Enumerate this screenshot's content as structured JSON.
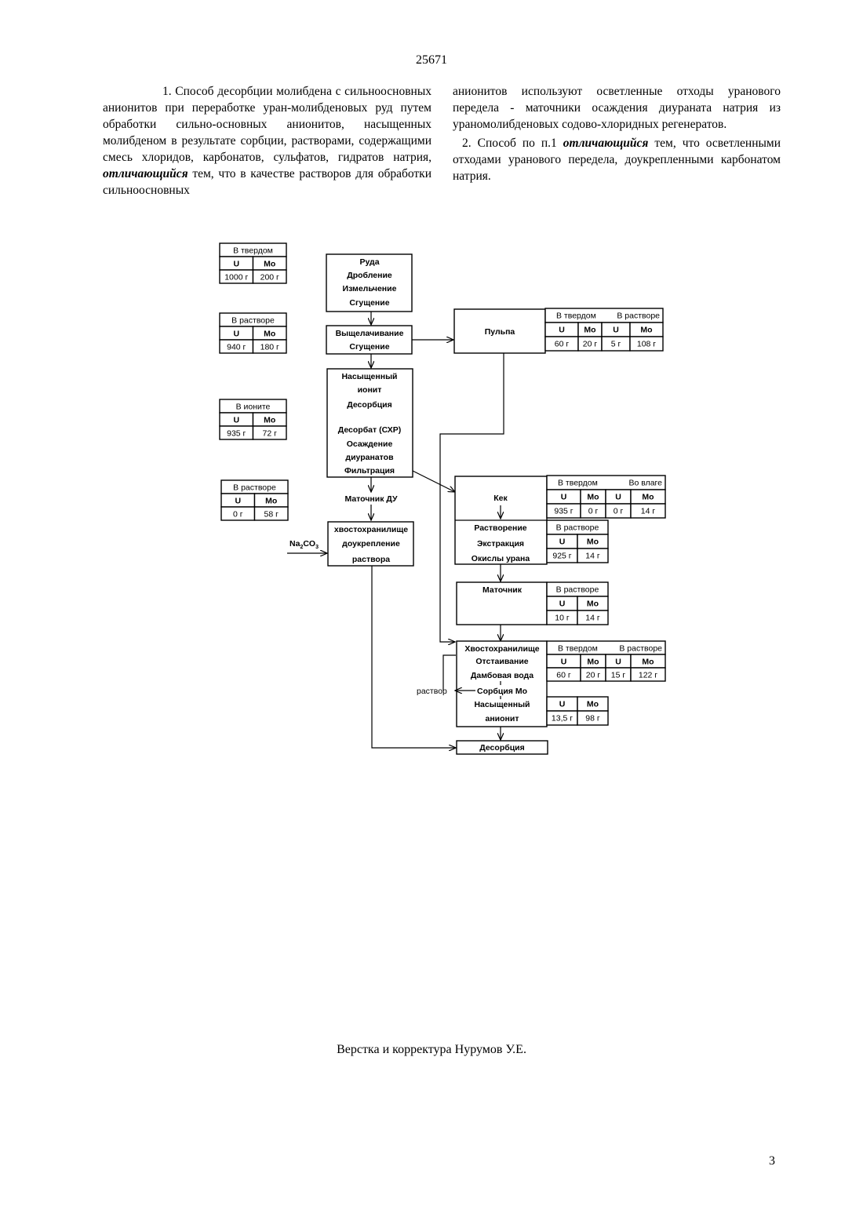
{
  "header": {
    "patent_number": "25671"
  },
  "claims": {
    "claim1_part1": "1. Способ десорбции молибдена с сильноосновных анионитов при переработке уран-молибденовых руд путем обработки сильно-основных анионитов, насыщенных молибденом в результате сорбции, растворами, содержащими смесь хлоридов, карбонатов, сульфатов, гидратов натрия,",
    "claim1_emph": "отличающийся",
    "claim1_part2": "тем, что в качестве растворов для обработки сильноосновных",
    "claim1_cont": "анионитов используют осветленные отходы уранового передела - маточники осаждения диураната натрия из ураномолибденовых содово-хлоридных регенератов.",
    "claim2_part1": "2. Способ по п.1",
    "claim2_emph": "отличающийся",
    "claim2_part2": "тем, что осветленными отходами уранового передела, доукрепленными карбонатом натрия."
  },
  "diagram": {
    "side_tables": [
      {
        "title": "В твердом",
        "h1": "U",
        "h2": "Mo",
        "v1": "1000 г",
        "v2": "200 г"
      },
      {
        "title": "В растворе",
        "h1": "U",
        "h2": "Mo",
        "v1": "940 г",
        "v2": "180 г"
      },
      {
        "title": "В ионите",
        "h1": "U",
        "h2": "Mo",
        "v1": "935 г",
        "v2": "72 г"
      },
      {
        "title": "В растворе",
        "h1": "U",
        "h2": "Mo",
        "v1": "0 г",
        "v2": "58 г"
      }
    ],
    "ore_box": [
      "Руда",
      "Дробление",
      "Измельчение",
      "Сгущение"
    ],
    "leach_box": [
      "Выщелачивание",
      "Сгущение"
    ],
    "ionite_box": [
      "Насыщенный",
      "ионит",
      "Десорбция",
      "",
      "Десорбат (СХР)",
      "Осаждение",
      "диуранатов",
      "Фильтрация"
    ],
    "mother_du": "Маточник ДУ",
    "tailing_box": [
      "хвостохранилище",
      "доукрепление",
      "раствора"
    ],
    "na2co3_main": "Na",
    "na2co3_sub1": "2",
    "na2co3_mid": "CO",
    "na2co3_sub2": "3",
    "pulp": {
      "label": "Пульпа",
      "solid": "В твердом",
      "solution": "В растворе",
      "headers": [
        "U",
        "Mo",
        "U",
        "Mo"
      ],
      "values": [
        "60 г",
        "20 г",
        "5 г",
        "108 г"
      ]
    },
    "cake": {
      "label": "Кек",
      "solid": "В твердом",
      "moist": "Во влаге",
      "headers": [
        "U",
        "Mo",
        "U",
        "Mo"
      ],
      "values": [
        "935 г",
        "0 г",
        "0 г",
        "14 г"
      ]
    },
    "dissolution": {
      "lines": [
        "Растворение",
        "Экстракция",
        "Окислы урана"
      ],
      "title": "В растворе",
      "headers": [
        "U",
        "Mo"
      ],
      "values": [
        "925 г",
        "14 г"
      ]
    },
    "mother": {
      "label": "Маточник",
      "title": "В растворе",
      "headers": [
        "U",
        "Mo"
      ],
      "values": [
        "10 г",
        "14 г"
      ]
    },
    "tailings2": {
      "lines": [
        "Хвостохранилище",
        "Отстаивание",
        "Дамбовая вода",
        "Сорбция Mo",
        "Насыщенный",
        "анионит"
      ],
      "solid": "В твердом",
      "solution": "В растворе",
      "headers": [
        "U",
        "Mo",
        "U",
        "Mo"
      ],
      "values": [
        "60 г",
        "20 г",
        "15 г",
        "122 г"
      ],
      "ion_headers": [
        "U",
        "Mo"
      ],
      "ion_values": [
        "13,5 г",
        "98 г"
      ],
      "solution_label": "раствор"
    },
    "desorption": "Десорбция"
  },
  "footer": {
    "credit": "Верстка и корректура Нурумов У.Е.",
    "page": "3"
  }
}
